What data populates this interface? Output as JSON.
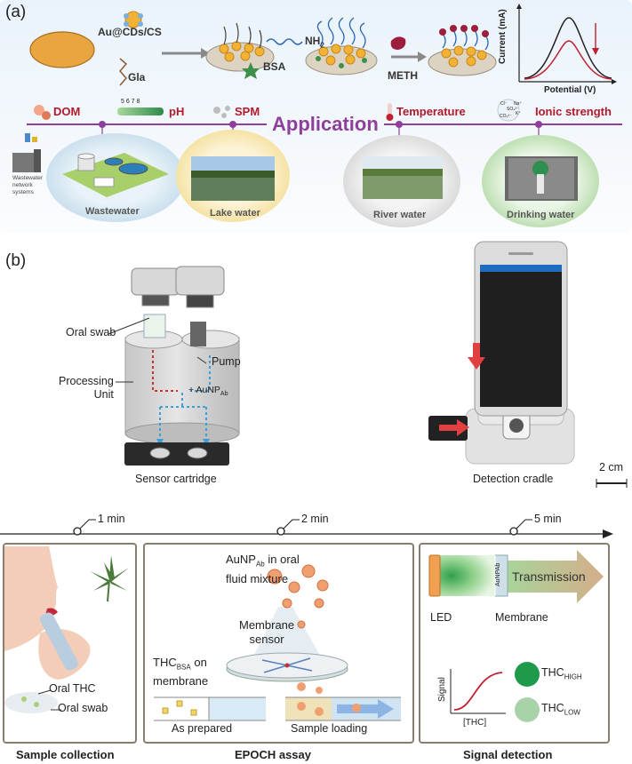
{
  "panel_a": {
    "label": "(a)",
    "reagent1": "Au@CDs/CS",
    "reagent2": "Gla",
    "nh2": "NH",
    "nh2_sub": "2",
    "bsa": "BSA",
    "meth": "METH",
    "chart_ylabel": "Current (mA)",
    "chart_xlabel": "Potential (V)",
    "application": "Application",
    "factors": {
      "dom": "DOM",
      "ph": "pH",
      "ph_ticks": "5  6  7  8",
      "spm": "SPM",
      "temperature": "Temperature",
      "ionic": "Ionic strength"
    },
    "ions": {
      "cl": "Cl⁻",
      "so4": "SO₄²⁻",
      "na": "Na⁺",
      "k": "K⁺",
      "co3": "CO₃²⁻"
    },
    "wastewater_network": "Wastewater network systems",
    "samples": [
      "Wastewater",
      "Lake water",
      "River water",
      "Drinking water"
    ],
    "colors": {
      "red": "#b4182b",
      "purple": "#8e3f9c"
    }
  },
  "panel_b": {
    "label": "(b)",
    "oral_swab": "Oral swab",
    "pump": "Pump",
    "processing_unit": "Processing\nUnit",
    "aunp": "AuNP",
    "aunp_sub": "Ab",
    "sensor_cartridge": "Sensor cartridge",
    "detection_cradle": "Detection cradle",
    "scale": "2 cm"
  },
  "timeline": {
    "t1": "1 min",
    "t2": "2 min",
    "t3": "5 min"
  },
  "steps": {
    "collection": {
      "title": "Sample collection",
      "oral_thc": "Oral THC",
      "oral_swab": "Oral swab"
    },
    "assay": {
      "title": "EPOCH assay",
      "mixture_pre": "AuNP",
      "mixture_sub": "Ab",
      "mixture_post": " in oral",
      "mixture_line2": "fluid mixture",
      "membrane_sensor_1": "Membrane",
      "membrane_sensor_2": "sensor",
      "thc_pre": "THC",
      "thc_sub": "BSA",
      "thc_post": " on",
      "thc_line2": "membrane",
      "as_prepared": "As prepared",
      "sample_loading": "Sample loading"
    },
    "signal": {
      "title": "Signal detection",
      "led": "LED",
      "membrane": "Membrane",
      "aunp_small": "AuNPAb",
      "transmission": "Transmission",
      "signal_axis": "Signal",
      "thc_axis": "[THC]",
      "thc_high_pre": "THC",
      "thc_high_sub": "HIGH",
      "thc_low_pre": "THC",
      "thc_low_sub": "LOW"
    }
  }
}
